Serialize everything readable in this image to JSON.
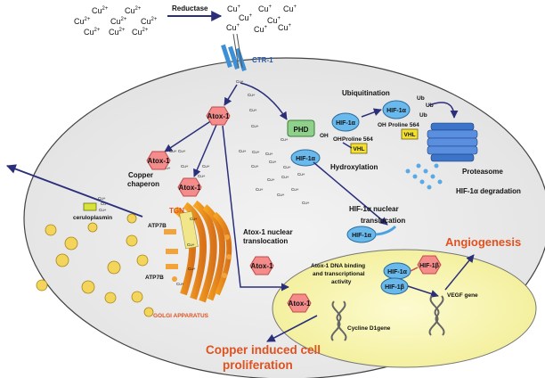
{
  "labels": {
    "reductase": "Reductase",
    "ctr1": "CTR-1",
    "atox1": "Atox-1",
    "copper": "Copper",
    "chaperon": "chaperon",
    "ceruloplasmin": "ceruloplasmin",
    "tgn": "TGN",
    "atp7b": "ATP7B",
    "golgi": "GOLGI APPARATUS",
    "atox1_nuclear": "Atox-1 nuclear",
    "translocation": "translocation",
    "phd": "PHD",
    "oh": "OH",
    "hif1a": "HIF-1α",
    "hif1b": "HIF-1β",
    "proline": "Proline 564",
    "vhl": "VHL",
    "ubiquitination": "Ubiquitination",
    "hydroxylation": "Hydroxylation",
    "proteasome": "Proteasome",
    "hif_degradation": "HIF-1α degradation",
    "hif_nuclear": "HIF-1α nuclear",
    "dna_binding_1": "Atox-1 DNA binding",
    "dna_binding_2": "and transcriptional",
    "dna_binding_3": "activity",
    "vegf_gene": "VEGF gene",
    "angiogenesis": "Angiogenesis",
    "cyclin": "Cycline D1gene",
    "copper_induced": "Copper induced cell",
    "proliferation": "proliferation"
  },
  "colors": {
    "accent_red": "#e0521f",
    "arrow_blue": "#2b2f7a",
    "hexagon_pink": "#f48c8c",
    "oval_blue": "#69b9ec",
    "nucleus_yellow": "#f2ee96"
  }
}
